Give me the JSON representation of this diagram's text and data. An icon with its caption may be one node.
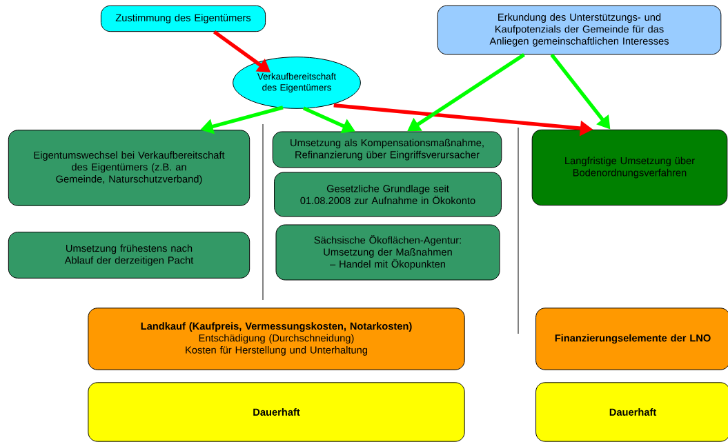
{
  "diagram": {
    "nodes": [
      {
        "text": [
          "Zustimmung des Eigentümers"
        ]
      },
      {
        "text": [
          "Erkundung des Unterstützungs- und Kaufpotenzials der Gemeinde für das Anliegen gemeinschaftlichen Interesses"
        ]
      },
      {
        "text": [
          "Verkaufbereitschaft des Eigentümers"
        ]
      },
      {
        "text": [
          "Eigentumswechsel bei Verkaufbereitschaft des Eigentümers (z.B. an Gemeinde, Naturschutzverband)"
        ]
      },
      {
        "text": [
          "Umsetzung frühestens nach Ablauf der derzeitigen Pacht"
        ]
      },
      {
        "text": [
          "Umsetzung als Kompensationsmaßnahme, Refinanzierung über Eingriffsverursacher"
        ]
      },
      {
        "text": [
          "Gesetzliche Grundlage seit 01.08.2008 zur Aufnahme in Ökokonto"
        ]
      },
      {
        "text": [
          "Sächsische Ökoflächen-Agentur: Umsetzung der Maßnahmen – Handel mit Ökopunkten"
        ]
      },
      {
        "text": [
          "Langfristige Umsetzung über Bodenordnungsverfahren"
        ]
      },
      {
        "text": [
          "Landkauf (Kaufpreis, Vermessungskosten, Notarkosten)",
          "Entschädigung (Durchschneidung)",
          "Kosten für Herstellung und Unterhaltung"
        ]
      },
      {
        "text": [
          "Finanzierungselemente der LNO"
        ]
      },
      {
        "text": [
          "Dauerhaft"
        ]
      },
      {
        "text": [
          "Dauerhaft"
        ]
      }
    ],
    "edges": [
      {
        "from": 0,
        "to": 2,
        "arrow": "to",
        "color": "#ff0000"
      },
      {
        "from": 2,
        "to": 3,
        "arrow": "to"
      },
      {
        "from": 2,
        "to": 5,
        "arrow": "to"
      },
      {
        "from": 2,
        "to": 8,
        "arrow": "to",
        "color": "#ff0000"
      },
      {
        "from": 1,
        "to": 5,
        "arrow": "to"
      },
      {
        "from": 1,
        "to": 8,
        "arrow": "to"
      }
    ]
  }
}
